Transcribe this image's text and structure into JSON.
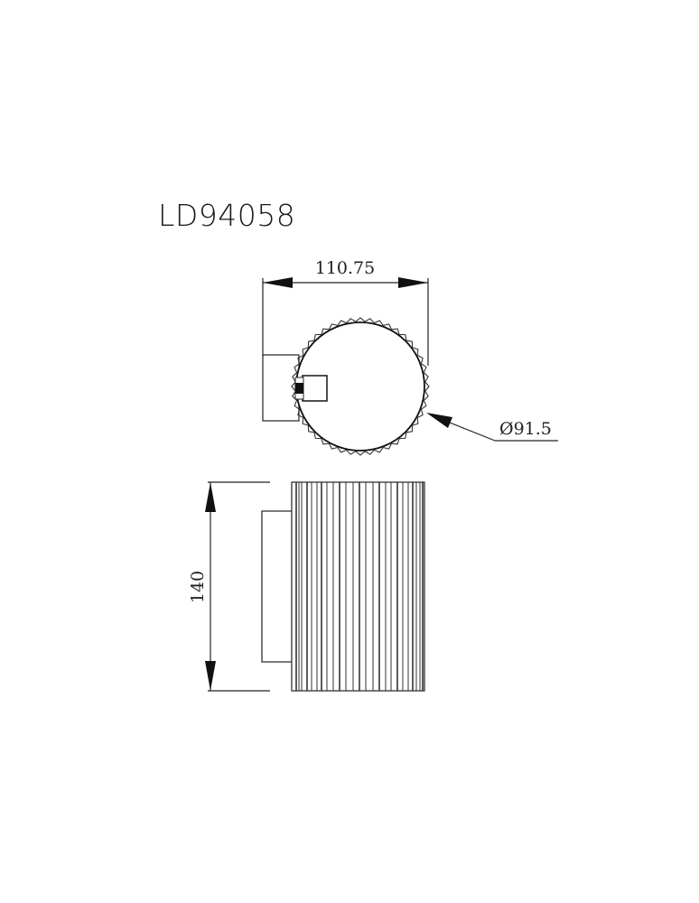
{
  "title": "LD94058",
  "top_view": {
    "width_dimension": "110.75",
    "diameter_dimension": "Ø91.5"
  },
  "side_view": {
    "height_dimension": "140"
  },
  "colors": {
    "line": "#1a1a1a",
    "background": "#ffffff"
  }
}
